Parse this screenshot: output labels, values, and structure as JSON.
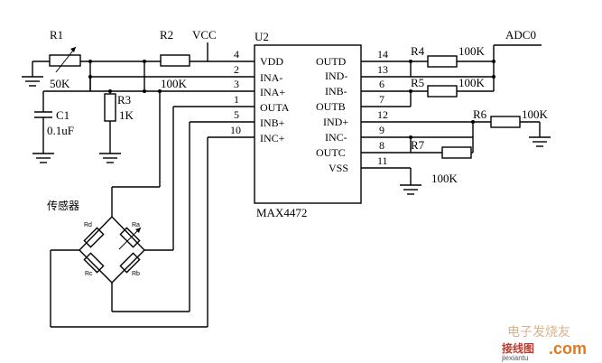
{
  "components": {
    "r1": {
      "name": "R1",
      "value": "50K"
    },
    "r2": {
      "name": "R2"
    },
    "r3": {
      "name": "R3",
      "value": "1K"
    },
    "c1": {
      "name": "C1",
      "value": "0.1uF"
    },
    "r2_value": "100K",
    "vcc": "VCC",
    "u2": {
      "ref": "U2",
      "part": "MAX4472"
    },
    "r4": {
      "name": "R4",
      "value": "100K"
    },
    "r5": {
      "name": "R5",
      "value": "100K"
    },
    "r6": {
      "name": "R6",
      "value": "100K"
    },
    "r7": {
      "name": "R7",
      "value": "100K"
    },
    "adc": "ADC0"
  },
  "ic_pins": {
    "left": [
      {
        "name": "VDD",
        "number": "4"
      },
      {
        "name": "INA-",
        "number": "2"
      },
      {
        "name": "INA+",
        "number": "3"
      },
      {
        "name": "OUTA",
        "number": "1"
      },
      {
        "name": "INB+",
        "number": "5"
      },
      {
        "name": "INC+",
        "number": "10"
      }
    ],
    "right": [
      {
        "name": "OUTD",
        "number": "14"
      },
      {
        "name": "IND-",
        "number": "13"
      },
      {
        "name": "INB-",
        "number": "6"
      },
      {
        "name": "OUTB",
        "number": "7"
      },
      {
        "name": "IND+",
        "number": "12"
      },
      {
        "name": "INC-",
        "number": "9"
      },
      {
        "name": "OUTC",
        "number": "8"
      },
      {
        "name": "VSS",
        "number": "11"
      }
    ]
  },
  "sensor": {
    "title": "传感器",
    "rd": "Rd",
    "ra": "Ra",
    "rc": "Rc",
    "rb": "Rb"
  },
  "watermark": {
    "text": "电子发烧友",
    "site": "接线图",
    "domain": ".com",
    "sub": "jiexiantu"
  },
  "colors": {
    "line": "#000000",
    "watermark_orange": "#e07a1f",
    "watermark_tan": "#d9b28c"
  }
}
